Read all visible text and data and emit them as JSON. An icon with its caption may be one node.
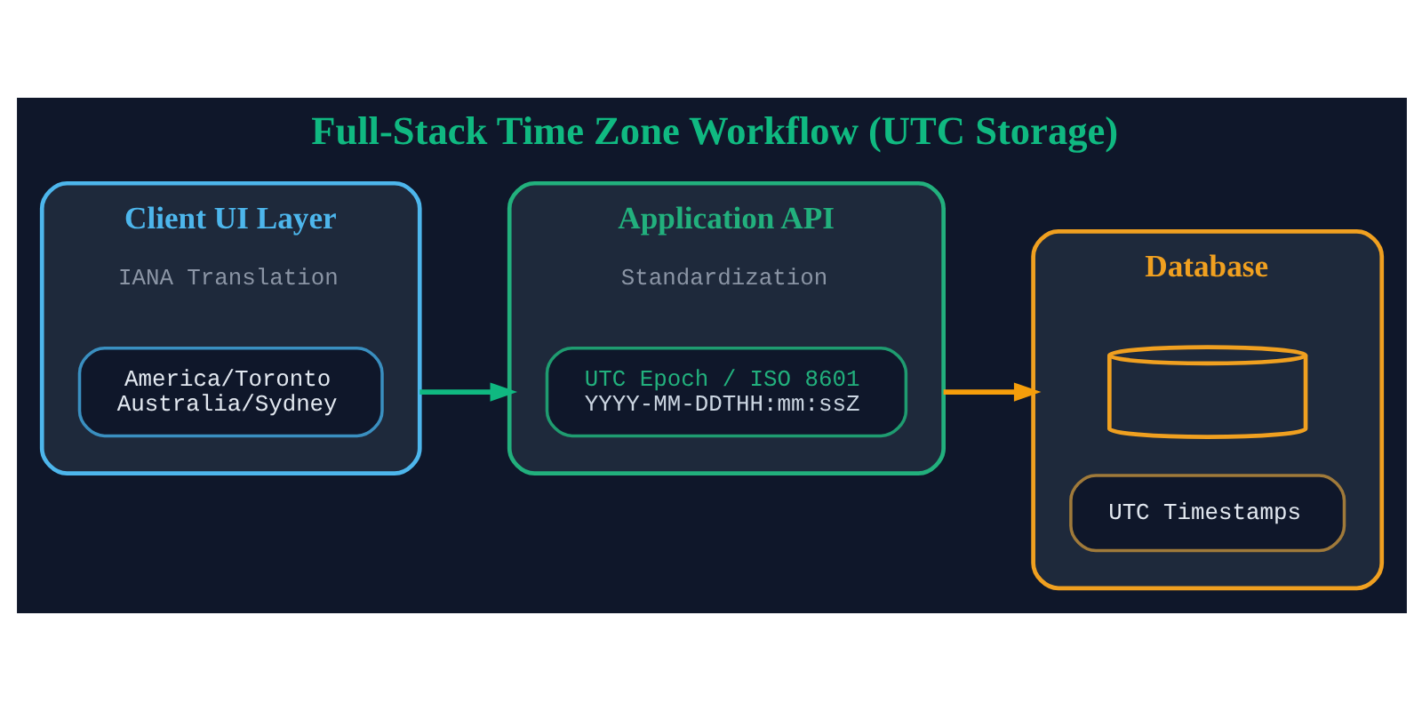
{
  "diagram": {
    "title": "Full-Stack Time Zone Workflow (UTC Storage)",
    "nodes": [
      {
        "text": [
          "Client UI Layer",
          "IANA Translation"
        ]
      },
      {
        "text": [
          "America/Toronto",
          "Australia/Sydney"
        ],
        "in": 0
      },
      {
        "text": [
          "Application API",
          "Standardization"
        ]
      },
      {
        "text": [
          "UTC Epoch / ISO 8601",
          "YYYY-MM-DDTHH:mm:ssZ"
        ],
        "in": 2
      },
      {
        "text": [
          "Database"
        ]
      },
      {
        "text": [],
        "shape": "cylinder",
        "in": 4
      },
      {
        "text": [
          "UTC Timestamps"
        ],
        "in": 4
      }
    ],
    "edges": [
      {
        "from": 0,
        "to": 2,
        "arrow": "to",
        "color": "#10b981"
      },
      {
        "from": 2,
        "to": 4,
        "arrow": "to",
        "color": "#f59e0b"
      }
    ]
  }
}
